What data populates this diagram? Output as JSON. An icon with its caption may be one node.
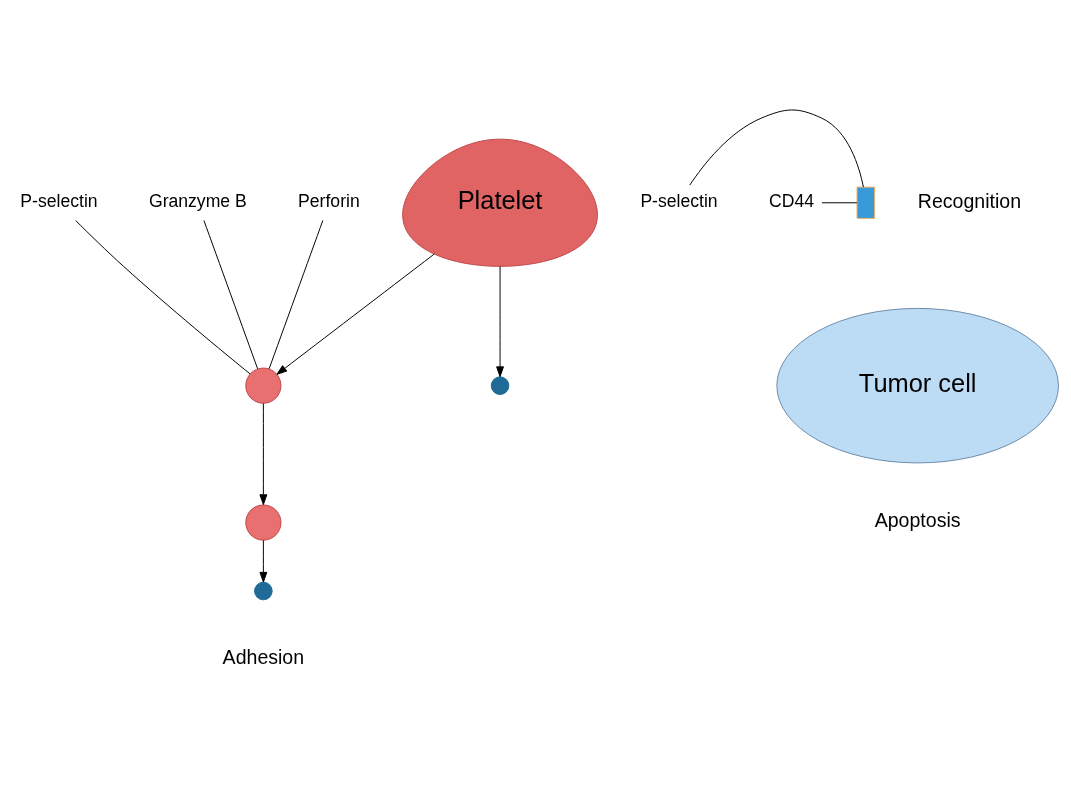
{
  "diagram": {
    "nodes": [
      {
        "text": [
          "Platelet"
        ]
      },
      {
        "text": [
          "Tumor cell"
        ]
      },
      {
        "text": [],
        "shape": "circle"
      },
      {
        "text": [
          "P-selectin"
        ]
      },
      {
        "text": [
          "Granzyme B"
        ]
      },
      {
        "text": [
          "Perforin"
        ]
      },
      {
        "text": [],
        "shape": "circle"
      },
      {
        "text": [],
        "shape": "circle"
      },
      {
        "text": [],
        "shape": "circle"
      },
      {
        "text": [
          "P-selectin"
        ]
      },
      {
        "text": [
          "CD44"
        ]
      },
      {
        "text": [],
        "shape": "box"
      }
    ],
    "edges": [
      {
        "from": 0,
        "to": 2,
        "arrow": "to",
        "color": "#000000"
      },
      {
        "from": 0,
        "to": 7,
        "arrow": "to",
        "color": "#000000"
      },
      {
        "from": 2,
        "to": 6,
        "arrow": "to",
        "color": "#000000"
      },
      {
        "from": 6,
        "to": 8,
        "arrow": "to",
        "color": "#000000"
      },
      {
        "from": 3,
        "to": 2,
        "arrow": "none"
      },
      {
        "from": 4,
        "to": 2,
        "arrow": "none"
      },
      {
        "from": 5,
        "to": 2,
        "arrow": "none"
      },
      {
        "from": 9,
        "to": 11,
        "arrow": "none"
      },
      {
        "from": 10,
        "to": 11,
        "arrow": "none"
      }
    ],
    "labels": [
      "Recognition",
      "Adhesion",
      "Apoptosis"
    ]
  }
}
